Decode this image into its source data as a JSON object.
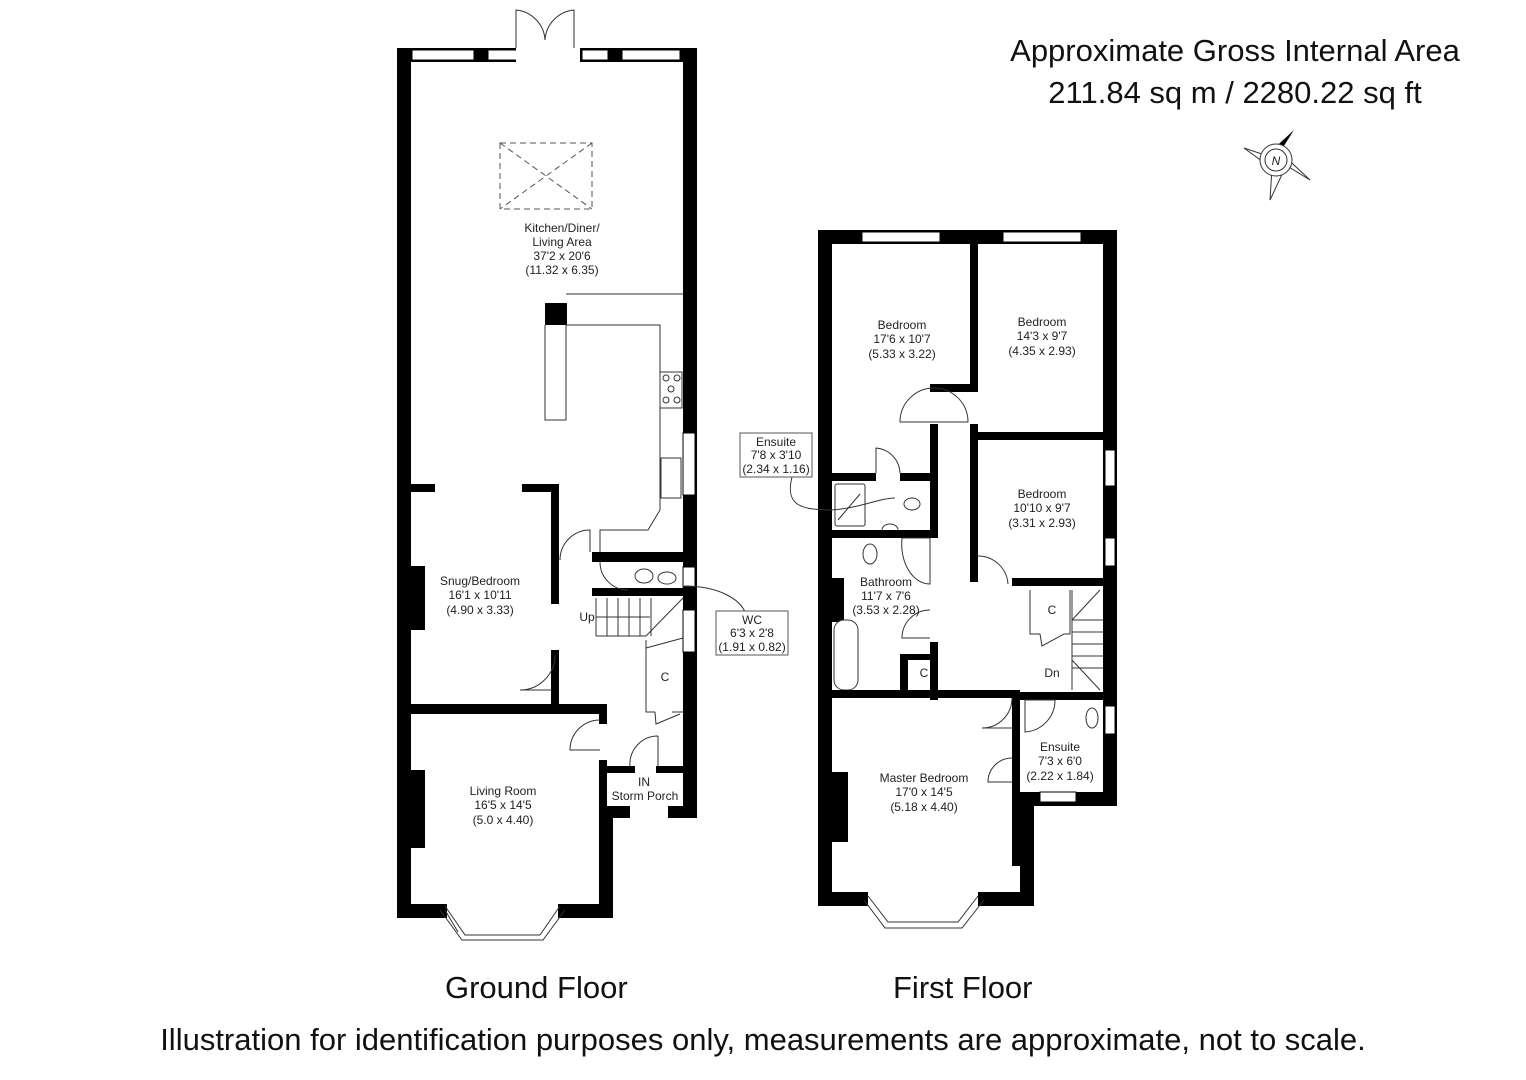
{
  "header": {
    "area_title": "Approximate Gross Internal Area",
    "area_value": "211.84 sq m / 2280.22 sq ft"
  },
  "compass": {
    "icon": "compass-north-icon",
    "label": "N"
  },
  "floors": {
    "ground": {
      "label": "Ground Floor",
      "rooms": [
        {
          "name": "Kitchen/Diner/",
          "name2": "Living Area",
          "imperial": "37'2 x 20'6",
          "metric": "(11.32 x 6.35)"
        },
        {
          "name": "Snug/Bedroom",
          "imperial": "16'1 x 10'11",
          "metric": "(4.90 x 3.33)"
        },
        {
          "name": "Living Room",
          "imperial": "16'5 x 14'5",
          "metric": "(5.0 x 4.40)"
        },
        {
          "name": "WC",
          "imperial": "6'3 x 2'8",
          "metric": "(1.91 x 0.82)"
        },
        {
          "name": "Storm Porch"
        },
        {
          "name": "C"
        }
      ],
      "stairs_label": "Up",
      "entrance_label": "IN"
    },
    "first": {
      "label": "First Floor",
      "rooms": [
        {
          "name": "Bedroom",
          "imperial": "17'6 x 10'7",
          "metric": "(5.33 x 3.22)"
        },
        {
          "name": "Bedroom",
          "imperial": "14'3 x 9'7",
          "metric": "(4.35 x 2.93)"
        },
        {
          "name": "Bedroom",
          "imperial": "10'10 x 9'7",
          "metric": "(3.31 x 2.93)"
        },
        {
          "name": "Ensuite",
          "imperial": "7'8 x 3'10",
          "metric": "(2.34 x 1.16)"
        },
        {
          "name": "Bathroom",
          "imperial": "11'7 x 7'6",
          "metric": "(3.53 x 2.28)"
        },
        {
          "name": "Master Bedroom",
          "imperial": "17'0 x 14'5",
          "metric": "(5.18 x 4.40)"
        },
        {
          "name": "Ensuite",
          "imperial": "7'3 x 6'0",
          "metric": "(2.22 x 1.84)"
        },
        {
          "name": "C"
        },
        {
          "name": "C"
        }
      ],
      "stairs_label": "Dn"
    }
  },
  "footer": {
    "disclaimer": "Illustration for identification purposes only, measurements are approximate, not to scale."
  }
}
